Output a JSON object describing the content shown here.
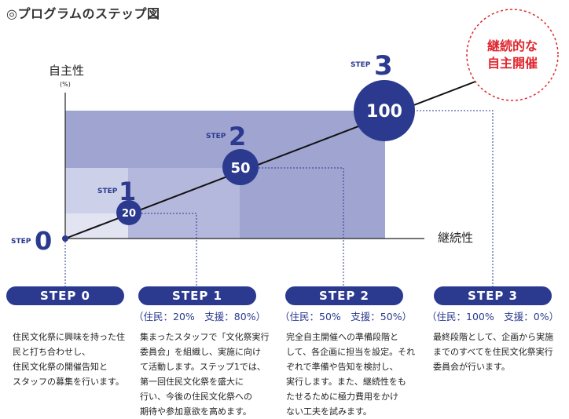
{
  "title": "◎プログラムのステップ図",
  "axes": {
    "y_label": "自主性",
    "y_unit": "(%)",
    "x_label": "継続性"
  },
  "goal_badge": {
    "line1": "継続的な",
    "line2": "自主開催",
    "color": "#e0262e"
  },
  "steps": [
    {
      "step_word": "STEP",
      "step_num": "0",
      "value": "",
      "pill": "STEP 0",
      "ratio": "",
      "desc": [
        "住民文化祭に興味を持った住民と打ち合わせし、",
        "住民文化祭の開催告知と",
        "スタッフの募集を行います。"
      ]
    },
    {
      "step_word": "STEP",
      "step_num": "1",
      "value": "20",
      "pill": "STEP 1",
      "ratio": "（住民：20%　支援：80%）",
      "desc": [
        "集まったスタッフで「文化祭実行",
        "委員会」を組織し、実施に向け",
        "て活動します。ステップ1では、",
        "第一回住民文化祭を盛大に",
        "行い、今後の住民文化祭への",
        "期待や参加意欲を高めます。"
      ]
    },
    {
      "step_word": "STEP",
      "step_num": "2",
      "value": "50",
      "pill": "STEP 2",
      "ratio": "（住民：50%　支援：50%）",
      "desc": [
        "完全自主開催への準備段階と",
        "して、各企画に担当を設定。それ",
        "ぞれで準備や告知を検討し、",
        "実行します。また、継続性をも",
        "たせるために極力費用をかけ",
        "ない工夫を試みます。"
      ]
    },
    {
      "step_word": "STEP",
      "step_num": "3",
      "value": "100",
      "pill": "STEP 3",
      "ratio": "（住民：100%　支援：0%）",
      "desc": [
        "最終段階として、企画から実施",
        "までのすべてを住民文化祭実行",
        "委員会が行います。"
      ]
    }
  ],
  "colors": {
    "navy": "#2b3a8f",
    "band_step3": "#9fa4d0",
    "band_step2": "#b4b8dc",
    "band_step1": "#ccd0e8",
    "band_step0": "#e2e4f2"
  }
}
